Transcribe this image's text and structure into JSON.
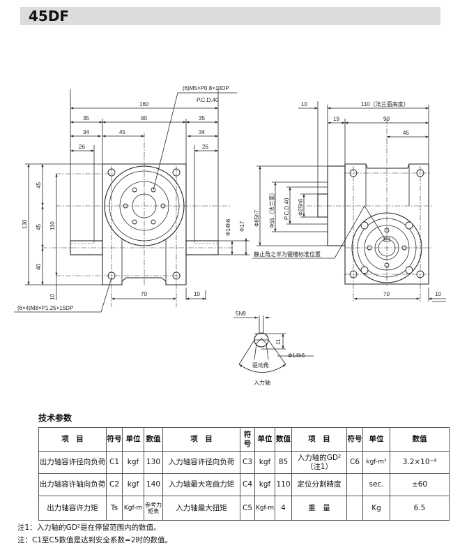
{
  "header": {
    "title": "45DF"
  },
  "drawing": {
    "front": {
      "tap_top": "(6)M5×P0.8×10DP",
      "pcd": "P.C.D.40",
      "d160": "160",
      "d35a": "35",
      "d90": "90",
      "d35b": "35",
      "d34a": "34",
      "d45": "45",
      "d34b": "34",
      "d26a": "26",
      "d26b": "26",
      "d130": "130",
      "d45v1": "45",
      "d45v2": "45",
      "d40": "40",
      "d110": "110",
      "d10v": "10",
      "phi14h6": "Φ14h6",
      "phi17": "Φ17",
      "d70": "70",
      "d10": "10",
      "tap_bottom": "(6×4)M8×P1.25×15DP"
    },
    "side": {
      "d10a": "10",
      "d110": "110（法兰面高度）",
      "d19": "19",
      "d90": "90",
      "d45": "45",
      "phi85h7": "Φ85h7",
      "phi55": "Φ55（法兰面）",
      "pcd": "P.C.D.40",
      "phi25h6": "Φ25h6",
      "keyway_note": "静止角之半为键槽标准位置",
      "d70": "70",
      "d10b": "10"
    },
    "key": {
      "n9": "5N9",
      "d11": "11",
      "phi14h6": "Φ14h6",
      "drive_angle": "驱动角",
      "input_shaft": "入力轴"
    }
  },
  "specs": {
    "title": "技术参数",
    "headers": [
      "项　目",
      "符号",
      "单位",
      "数值",
      "项　目",
      "符号",
      "单位",
      "数值",
      "项　目",
      "符号",
      "单位",
      "数值"
    ],
    "rows": [
      [
        "出力轴容许径向负荷",
        "C1",
        "kgf",
        "130",
        "入力轴容许径向负荷",
        "C3",
        "kgf",
        "85",
        "入力轴的GD²（注1）",
        "C6",
        "kgf-m²",
        "3.2×10⁻⁴"
      ],
      [
        "出力轴容许轴向负荷",
        "C2",
        "kgf",
        "140",
        "入力轴最大弯曲力矩",
        "C4",
        "kgf",
        "110",
        "定位分割精度",
        "",
        "sec.",
        "±60"
      ],
      [
        "出力轴容许力矩",
        "Ts",
        "Kgf-m",
        "参考力矩表",
        "入力轴最大扭矩",
        "C5",
        "Kgf-m",
        "4",
        "重　量",
        "",
        "Kg",
        "6.5"
      ]
    ]
  },
  "notes": [
    "注1：入力轴的GD²是在停留范围内的数值。",
    "注：C1至C5数值是达到安全系数=2时的数值。"
  ]
}
